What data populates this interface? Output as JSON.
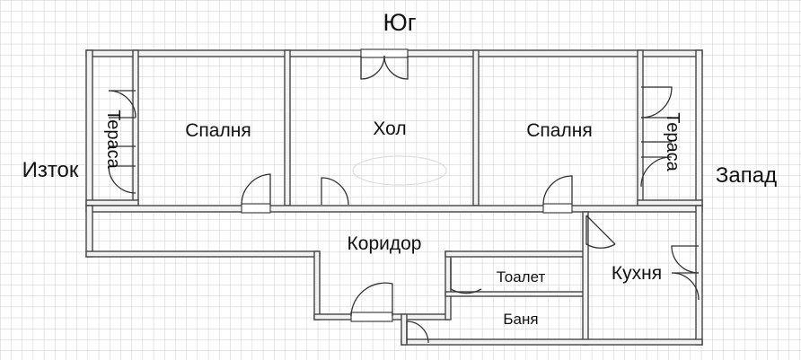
{
  "compass": {
    "south": "Юг",
    "east": "Изток",
    "west": "Запад"
  },
  "rooms": {
    "bedroom_left": "Спалня",
    "hall": "Хол",
    "bedroom_right": "Спалня",
    "terrace_left": "Тераса",
    "terrace_right": "Тераса",
    "corridor": "Коридор",
    "toilet": "Тоалет",
    "bathroom": "Баня",
    "kitchen": "Кухня"
  },
  "colors": {
    "grid": "#c9c9c9",
    "wall_fill": "#f2f2f2",
    "wall_stroke": "#444444",
    "text": "#111111"
  }
}
